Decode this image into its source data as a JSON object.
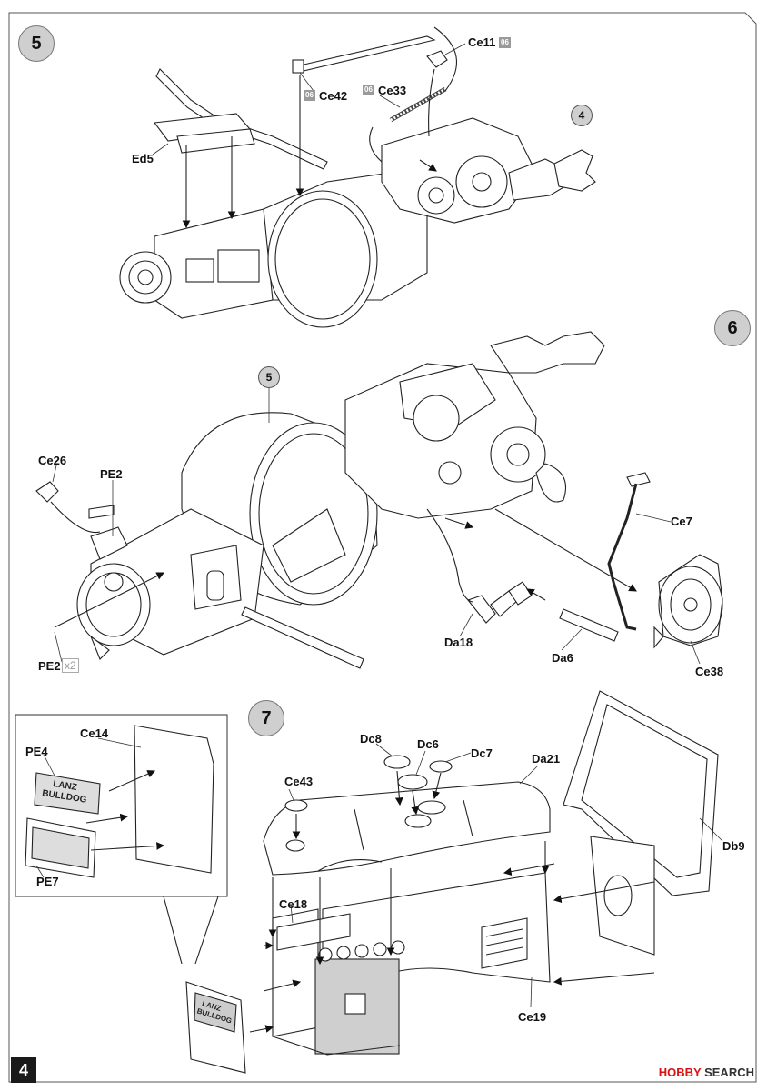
{
  "page_number": "4",
  "steps": {
    "s5": "5",
    "s6": "6",
    "s7": "7"
  },
  "callouts": {
    "ref4": "4",
    "ref5": "5"
  },
  "labels": {
    "ce11": "Ce11",
    "ce42": "Ce42",
    "ce33": "Ce33",
    "ed5": "Ed5",
    "ce26": "Ce26",
    "pe2_top": "PE2",
    "pe2_bottom": "PE2",
    "ce7": "Ce7",
    "da18": "Da18",
    "da6": "Da6",
    "ce38": "Ce38",
    "ce14": "Ce14",
    "pe4": "PE4",
    "pe7": "PE7",
    "ce43": "Ce43",
    "dc8": "Dc8",
    "dc6": "Dc6",
    "dc7": "Dc7",
    "da21": "Da21",
    "db9": "Db9",
    "ce18": "Ce18",
    "ce19": "Ce19"
  },
  "badges": {
    "ce11": "06",
    "ce42": "06",
    "ce33": "06"
  },
  "quantity": "x2",
  "plate_text": {
    "line1": "LANZ",
    "line2": "BULLDOG"
  },
  "watermark": {
    "brand": "HOBBY",
    "suffix": "SEARCH"
  }
}
